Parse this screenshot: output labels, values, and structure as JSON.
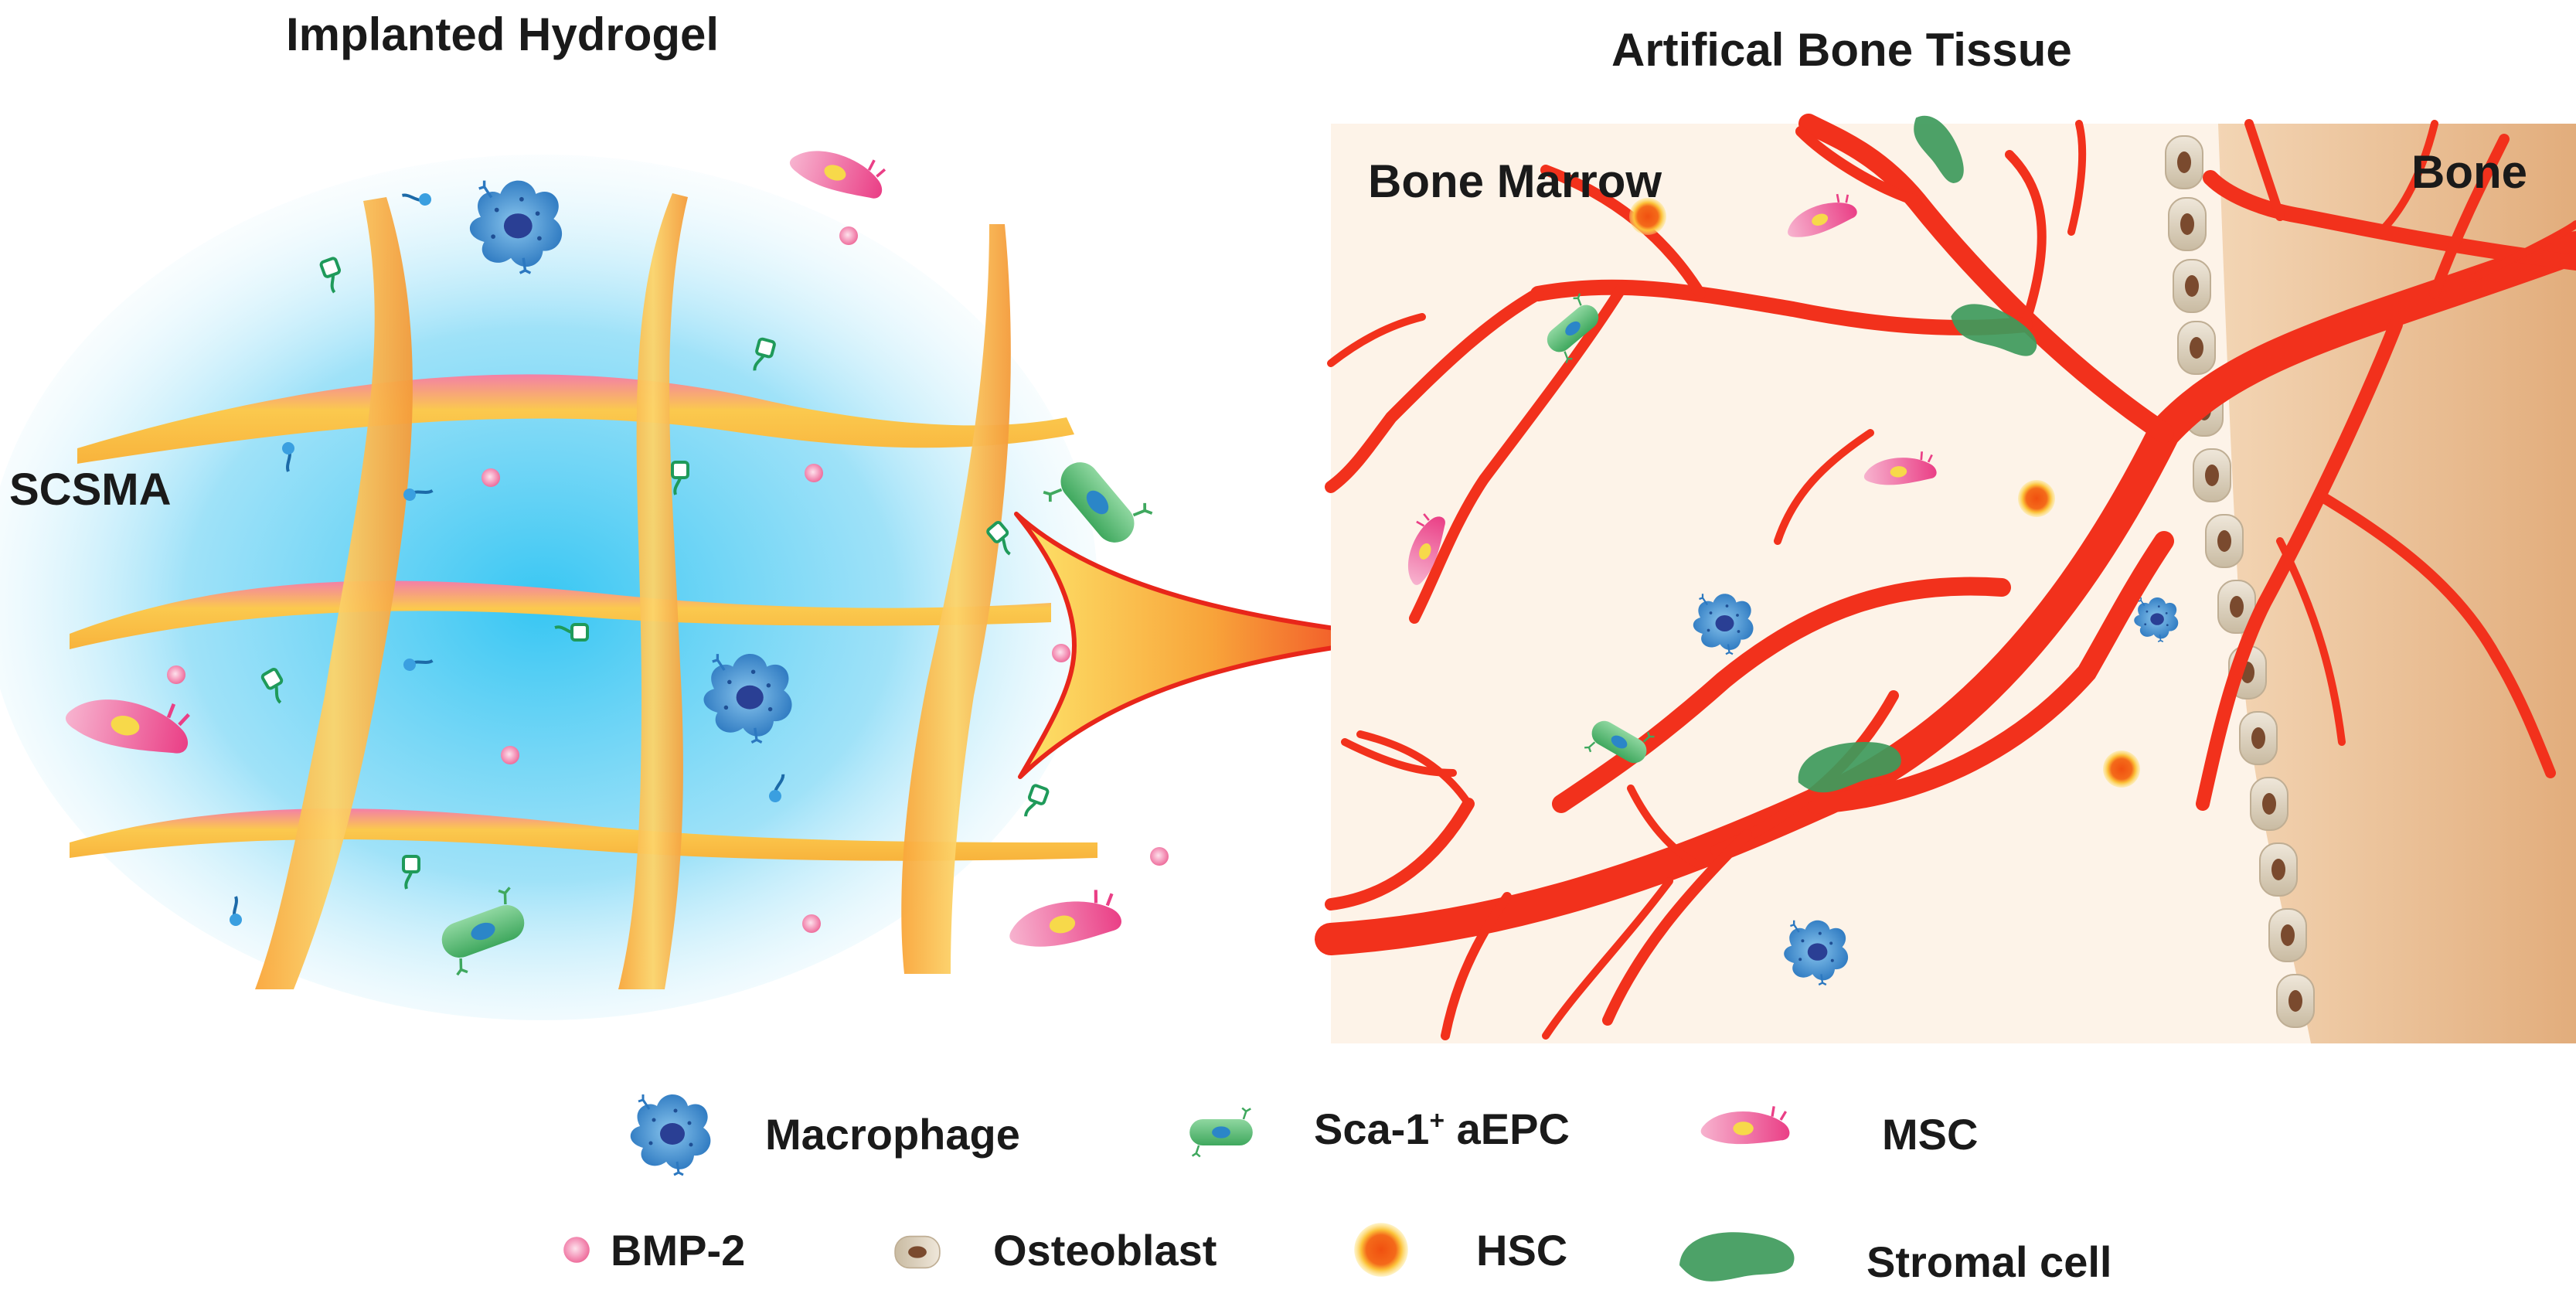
{
  "left_panel": {
    "title": "Implanted Hydrogel",
    "scaffold_label": "SCSMA"
  },
  "right_panel": {
    "title": "Artifical Bone Tissue",
    "marrow_label": "Bone Marrow",
    "bone_label": "Bone"
  },
  "legend": {
    "macrophage": "Macrophage",
    "aepc_prefix": "Sca-1",
    "aepc_sup": "+",
    "aepc_suffix": " aEPC",
    "msc": "MSC",
    "bmp2": "BMP-2",
    "osteoblast": "Osteoblast",
    "hsc": "HSC",
    "stromal": "Stromal cell"
  },
  "colors": {
    "hydrogel_blue": "#33c4f0",
    "fiber_yellow": "#f7b733",
    "fiber_pink": "#f27da6",
    "vessel_red": "#f2311c",
    "marrow_bg": "#fdf2e6",
    "bone_bg": "#e8b98c",
    "macrophage_blue": "#2f7ec4",
    "aepc_green": "#4cb86a",
    "msc_pink": "#ee4f93",
    "hsc_orange": "#f45a12",
    "stromal_green": "#3f9a5c",
    "osteoblast_beige": "#d9cdb8"
  }
}
